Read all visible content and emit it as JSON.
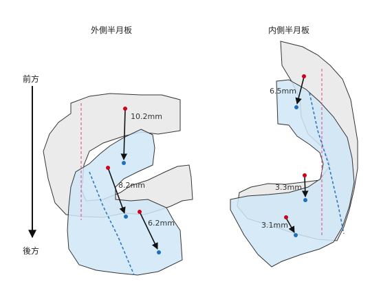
{
  "titles": {
    "lateral": "外側半月板",
    "medial": "内側半月板"
  },
  "axis": {
    "anterior": "前方",
    "posterior": "後方"
  },
  "lateral_meniscus": {
    "measurements": [
      {
        "label": "10.2mm",
        "value_mm": 10.2
      },
      {
        "label": "8.2mm",
        "value_mm": 8.2
      },
      {
        "label": "6.2mm",
        "value_mm": 6.2
      }
    ]
  },
  "medial_meniscus": {
    "measurements": [
      {
        "label": "6.5mm",
        "value_mm": 6.5
      },
      {
        "label": "3.3mm",
        "value_mm": 3.3
      },
      {
        "label": "3.1mm",
        "value_mm": 3.1
      }
    ]
  },
  "colors": {
    "before_fill": "#ebebeb",
    "after_fill": "#cfe6f6",
    "outline": "#333333",
    "start_point": "#d0021b",
    "end_point": "#1f6fbf",
    "reference_line_pink": "#e75b8d",
    "reference_line_blue": "#2f76c0",
    "arrow": "#111111"
  }
}
